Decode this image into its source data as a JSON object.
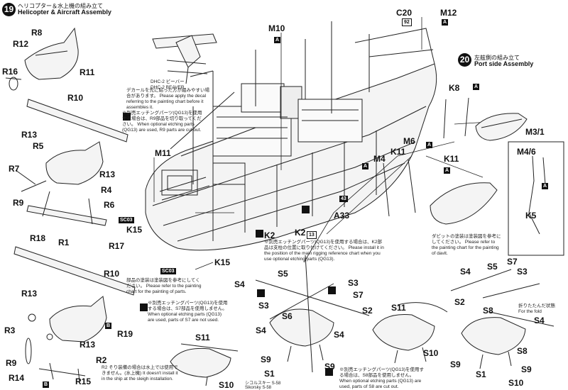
{
  "steps": {
    "s19": {
      "number": "19",
      "title_jp": "ヘリコプター＆水上機の組み立て",
      "title_en": "Helicopter & Aircraft Assembly"
    },
    "s20": {
      "number": "20",
      "title_jp": "左舷側の組み立て",
      "title_en": "Port side Assembly"
    }
  },
  "part_labels": {
    "R8": "R8",
    "R12": "R12",
    "R11": "R11",
    "R16": "R16",
    "R10a": "R10",
    "R13a": "R13",
    "R5": "R5",
    "R7": "R7",
    "R13b": "R13",
    "R4": "R4",
    "R9a": "R9",
    "R6": "R6",
    "R18": "R18",
    "R1": "R1",
    "R17": "R17",
    "M11": "M11",
    "K15a": "K15",
    "K15b": "K15",
    "R10b": "R10",
    "R13c": "R13",
    "R19": "R19",
    "R3": "R3",
    "R13d": "R13",
    "R2": "R2",
    "R9b": "R9",
    "R14": "R14",
    "R15": "R15",
    "M10": "M10",
    "C20": "C20",
    "M12": "M12",
    "K8": "K8",
    "M3_1": "M3/1",
    "M6": "M6",
    "M4a": "M4",
    "K11a": "K11",
    "K11b": "K11",
    "M4_6": "M4/6",
    "K5": "K5",
    "K2a": "K2",
    "K2b": "K2",
    "A33": "A33",
    "S5a": "S5",
    "S4a": "S4",
    "S3a": "S3",
    "S7a": "S7",
    "S6": "S6",
    "S2a": "S2",
    "S4b": "S4",
    "S11a": "S11",
    "S4c": "S4",
    "S9a": "S9",
    "S1a": "S1",
    "S9b": "S9",
    "S10a": "S10",
    "S11b": "S11",
    "S10b": "S10",
    "S4d": "S4",
    "S5b": "S5",
    "S7b": "S7",
    "S3b": "S3",
    "S2b": "S2",
    "S8a": "S8",
    "S4e": "S4",
    "S8b": "S8",
    "S9c": "S9",
    "S1b": "S1",
    "S10c": "S10",
    "S9d": "S9"
  },
  "sprue_tags": {
    "A_m10": "A",
    "c20_num": "92",
    "A_m12": "A",
    "A_k8": "A",
    "A_m46": "A",
    "A_m6": "A",
    "A_k11": "A",
    "A_m4": "A",
    "B_r19": "B",
    "B_r15": "B",
    "sc03a": "SC03",
    "sc03b": "SC03",
    "n13": "13",
    "n43": "43"
  },
  "notes": {
    "beaver_name": "DHC-2 ビーバー\nDHC-2 BEAVER",
    "decal_note": "デカールを先に貼った方が組みやすい場合があります。\nPlease apply the decal referring to the painting chart before it assembles it.",
    "etch_r9": "※別売エッチングパーツ(QG13)を使用する場合は、R9部品を切り取ってください。\nWhen optional etching parts (QG13) are used, R9 parts are cut out.",
    "k2_note": "※別売エッチングパーツ(QG13)を使用する場合は、K2部品は支柱の位置に取り付けてください。\nPlease install it in the position of the main rigging reference chart when you use optional etching parts (QG13).",
    "davit_note": "ダビットの塗装は塗装図を参考にしてください。\nPlease refer to the painting chart for the painting of davit.",
    "painting_note": "部品の塗装は塗装図を参考にしてください。\nPlease refer to the painting chart for the painting of parts.",
    "etch_s7": "※別売エッチングパーツ(QG13)を使用する場合は、S7部品を使用しません。\nWhen optional etching parts (QG13) are used, parts of S7 are not used.",
    "stand_note": "R2 そり装備の場合は水上では使用できません。(水上機)\nIt doesn't install it in the ship at the sleigh installation.",
    "sikorsky_name": "シコルスキー S-58\nSikorsky S-58",
    "etch_s8": "※別売エッチングパーツ(QG13)を使用する場合は、S8部品を使用しません。\nWhen optional etching parts (QG13) are used, parts of S8 are cut out.",
    "fold_note": "折りたたんだ状態\nFor the fold"
  }
}
